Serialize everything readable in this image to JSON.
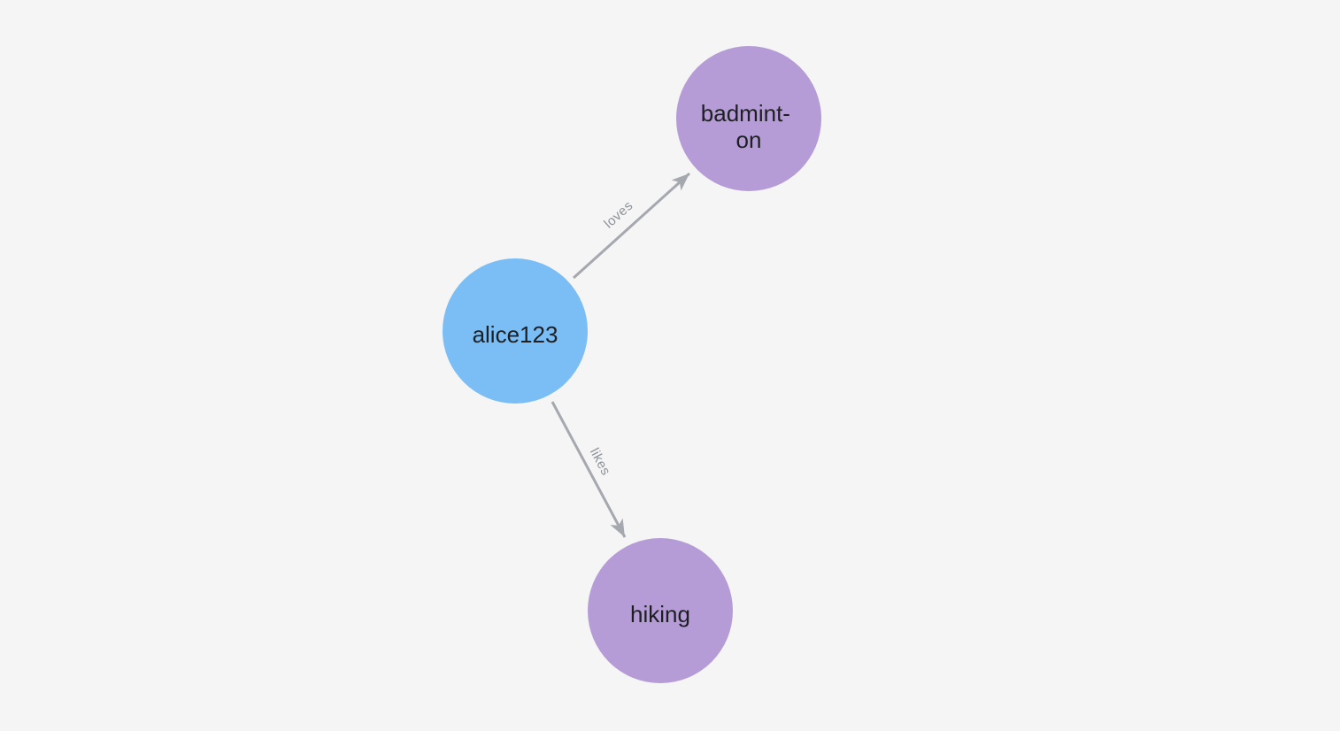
{
  "canvas": {
    "background_color": "#f4f5f4"
  },
  "graph": {
    "style": {
      "node_text_color": "#1d1f23",
      "edge_color": "#a5a8ae",
      "edge_label_color": "#8e929a",
      "person_node_color": "#7bbef5",
      "hobby_node_color": "#b59cd6"
    },
    "nodes": [
      {
        "id": "alice123",
        "label": "alice123",
        "color": "#7bbef5"
      },
      {
        "id": "badminton",
        "label": "badminton",
        "display_lines": [
          "badmint-",
          "on"
        ],
        "color": "#b59cd6"
      },
      {
        "id": "hiking",
        "label": "hiking",
        "color": "#b59cd6"
      }
    ],
    "edges": [
      {
        "source": "alice123",
        "target": "badminton",
        "label": "loves"
      },
      {
        "source": "alice123",
        "target": "hiking",
        "label": "likes"
      }
    ]
  }
}
